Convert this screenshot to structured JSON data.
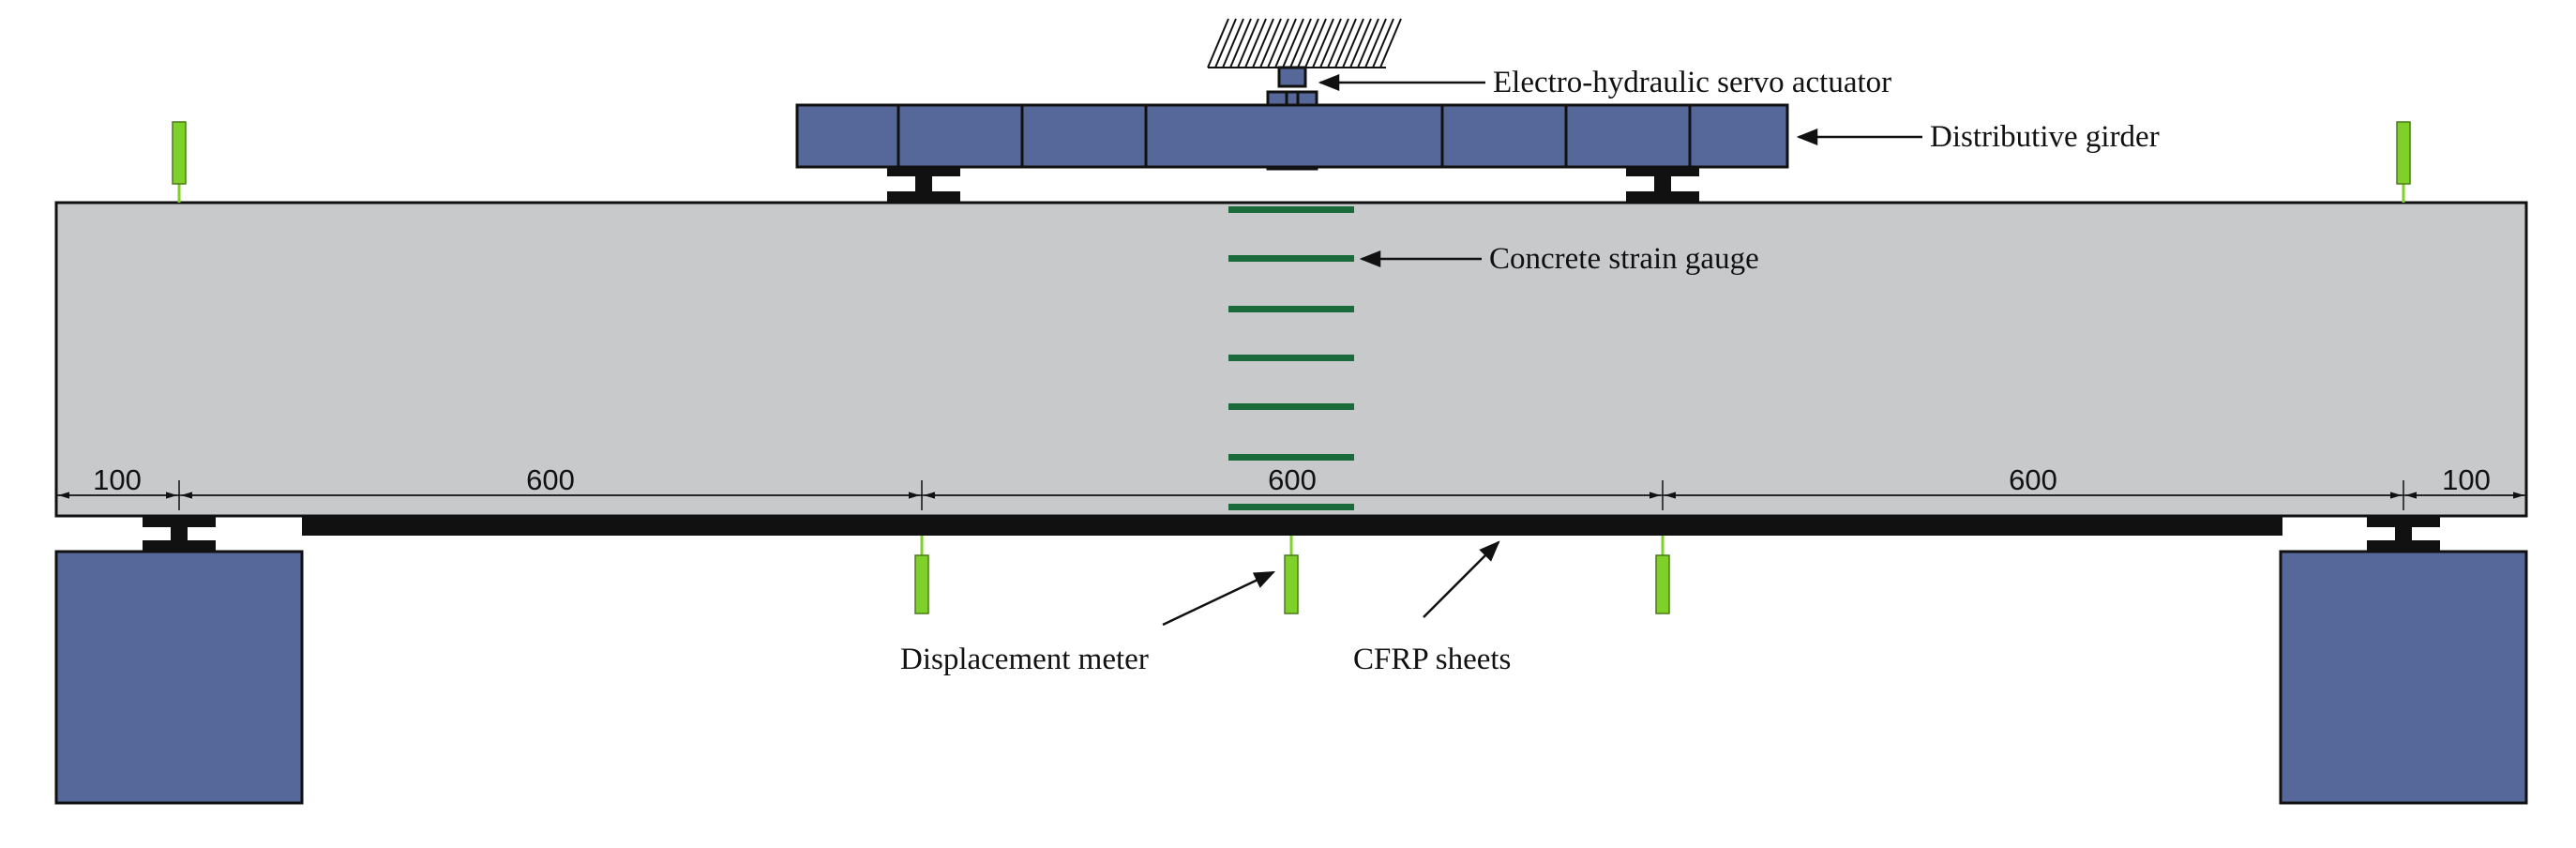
{
  "labels": {
    "actuator": "Electro-hydraulic servo actuator",
    "girder": "Distributive girder",
    "strain_gauge": "Concrete strain gauge",
    "displacement_meter": "Displacement meter",
    "cfrp": "CFRP sheets"
  },
  "dimensions": {
    "left_end": "100",
    "left_shear_span": "600",
    "pure_bending_span": "600",
    "right_shear_span": "600",
    "right_end": "100"
  },
  "colors": {
    "beam": "#c8c9cb",
    "steel": "#56689a",
    "gauge": "#1a6a3c",
    "meter": "#7fd12a",
    "cfrp": "#111111"
  }
}
